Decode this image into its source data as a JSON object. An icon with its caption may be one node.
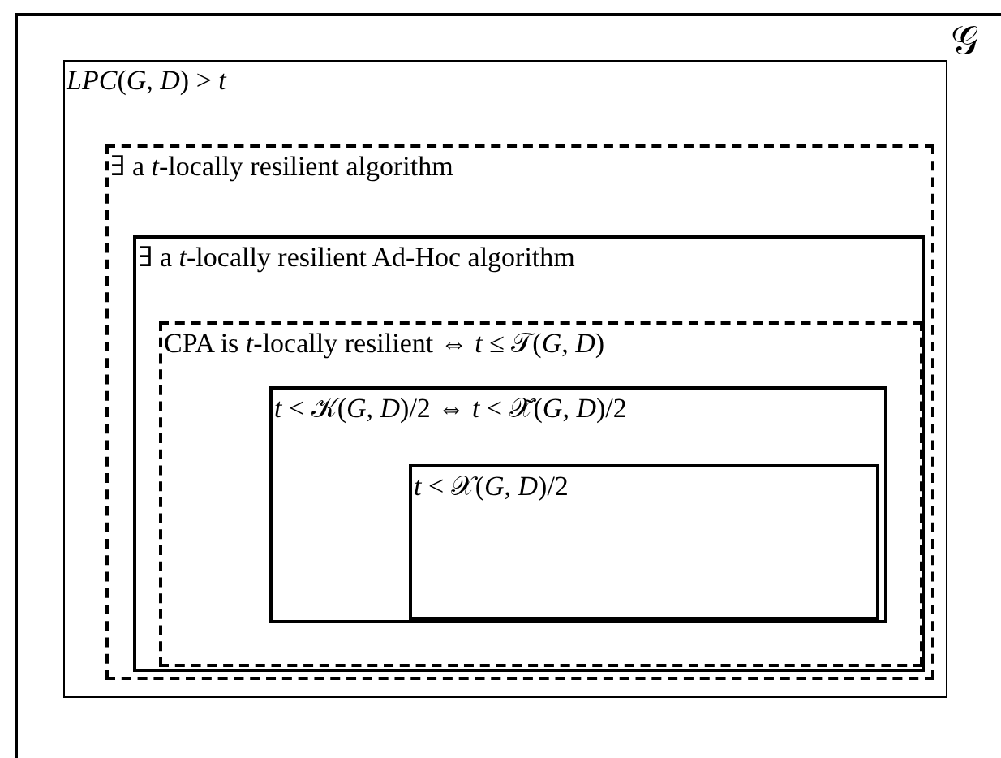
{
  "diagram": {
    "nodes": [
      {
        "text": [
          "𝒢"
        ]
      },
      {
        "text": [
          "*LPC*(*G*, *D*) > *t*"
        ],
        "in": 0
      },
      {
        "text": [
          "∃ a *t*-locally resilient algorithm"
        ],
        "in": 1
      },
      {
        "text": [
          "∃ a *t*-locally resilient Ad-Hoc algorithm"
        ],
        "in": 2
      },
      {
        "text": [
          "CPA is *t*-locally resilient ⇔ *t* ≤ 𝒯(*G*, *D*)"
        ],
        "in": 3
      },
      {
        "text": [
          "*t* < 𝒦(*G*, *D*)/2 ⇔ *t* < 𝒳̃(*G*, *D*)/2"
        ],
        "in": 4
      },
      {
        "text": [
          "*t* < 𝒳(*G*, *D*)/2"
        ],
        "in": 5
      }
    ],
    "edges": []
  }
}
